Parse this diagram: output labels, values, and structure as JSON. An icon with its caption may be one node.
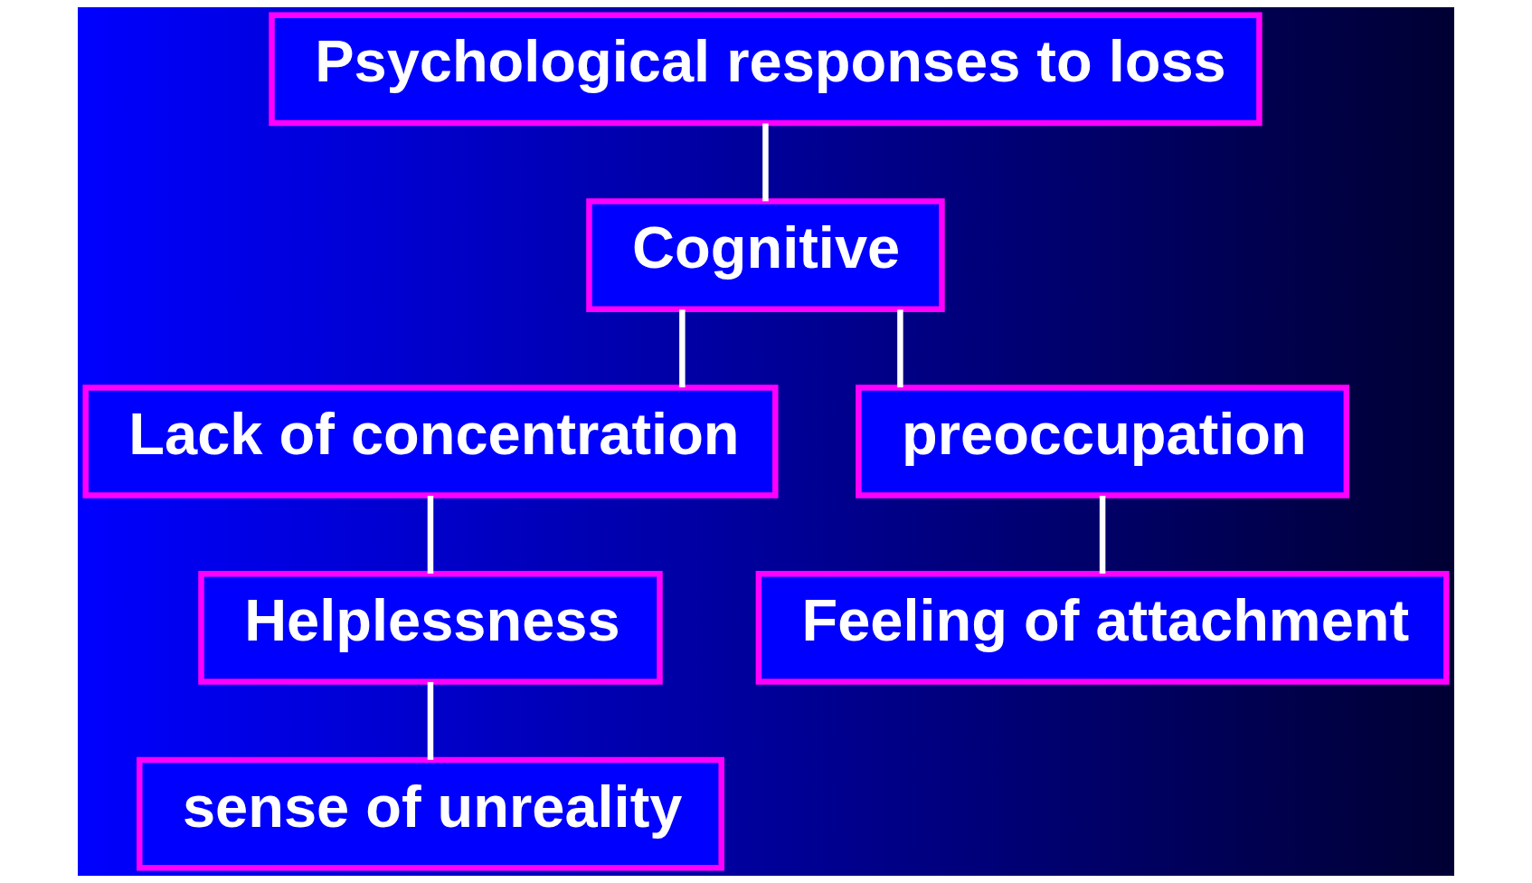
{
  "diagram": {
    "nodes": [
      {
        "text": [
          "Psychological responses to loss"
        ]
      },
      {
        "text": [
          "Cognitive"
        ]
      },
      {
        "text": [
          "Lack of concentration"
        ]
      },
      {
        "text": [
          "preoccupation"
        ]
      },
      {
        "text": [
          "Helplessness"
        ]
      },
      {
        "text": [
          "Feeling of attachment"
        ]
      },
      {
        "text": [
          "sense of unreality"
        ]
      }
    ],
    "edges": [
      {
        "from": 0,
        "to": 1,
        "arrow": "none"
      },
      {
        "from": 1,
        "to": 2,
        "arrow": "none"
      },
      {
        "from": 1,
        "to": 3,
        "arrow": "none"
      },
      {
        "from": 2,
        "to": 4,
        "arrow": "none"
      },
      {
        "from": 3,
        "to": 5,
        "arrow": "none"
      },
      {
        "from": 4,
        "to": 6,
        "arrow": "none"
      }
    ]
  }
}
